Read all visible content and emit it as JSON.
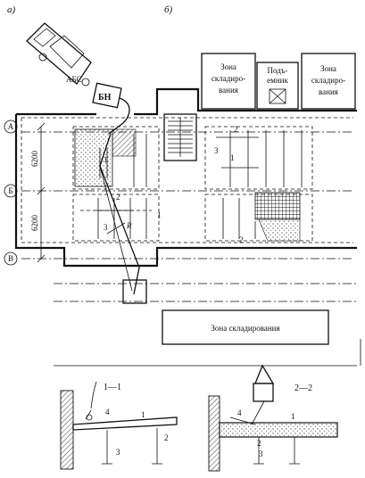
{
  "panels": {
    "a": "а)",
    "b": "б)"
  },
  "vehicles": {
    "abs": "АБС",
    "bn": "БН"
  },
  "axes": {
    "A": "А",
    "B": "Б",
    "V": "В",
    "dim_top": "6200",
    "dim_bottom": "6200"
  },
  "zones": {
    "storage_top_left": [
      "Зона",
      "складиро-",
      "вания"
    ],
    "lift": [
      "Подъ-",
      "емник"
    ],
    "storage_top_right": [
      "Зона",
      "складиро-",
      "вания"
    ],
    "storage_bottom": "Зона складирования"
  },
  "marks": {
    "one": "1",
    "two": "2",
    "three": "3",
    "four": "4",
    "radius": "R"
  },
  "sections": {
    "s11": "1—1",
    "s22": "2—2",
    "section_mark": "1—1"
  }
}
